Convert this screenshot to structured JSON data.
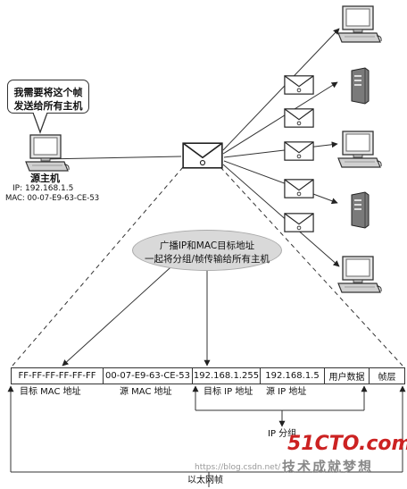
{
  "sender": {
    "bubble_line1": "我需要将这个帧",
    "bubble_line2": "发送给所有主机",
    "name": "源主机",
    "ip": "IP: 192.168.1.5",
    "mac": "MAC: 00-07-E9-63-CE-53"
  },
  "callout": {
    "line1": "广播IP和MAC目标地址",
    "line2": "一起将分组/帧传输给所有主机"
  },
  "frame": {
    "cells": [
      "FF-FF-FF-FF-FF-FF",
      "00-07-E9-63-CE-53",
      "192.168.1.255",
      "192.168.1.5",
      "用户数据",
      "帧层"
    ],
    "dest_mac_label": "目标 MAC 地址",
    "src_mac_label": "源 MAC 地址",
    "dest_ip_label": "目标 IP 地址",
    "src_ip_label": "源 IP 地址",
    "ip_packet_label": "IP 分组",
    "ethernet_frame_label": "以太网帧"
  },
  "watermark": {
    "brand": "51CTO.com",
    "slogan": "技术成就梦想",
    "url": "https://blog.csdn.net/"
  },
  "colors": {
    "line": "#333333",
    "bubble_fill": "#d9d9d9",
    "watermark_red": "#cc2222"
  }
}
